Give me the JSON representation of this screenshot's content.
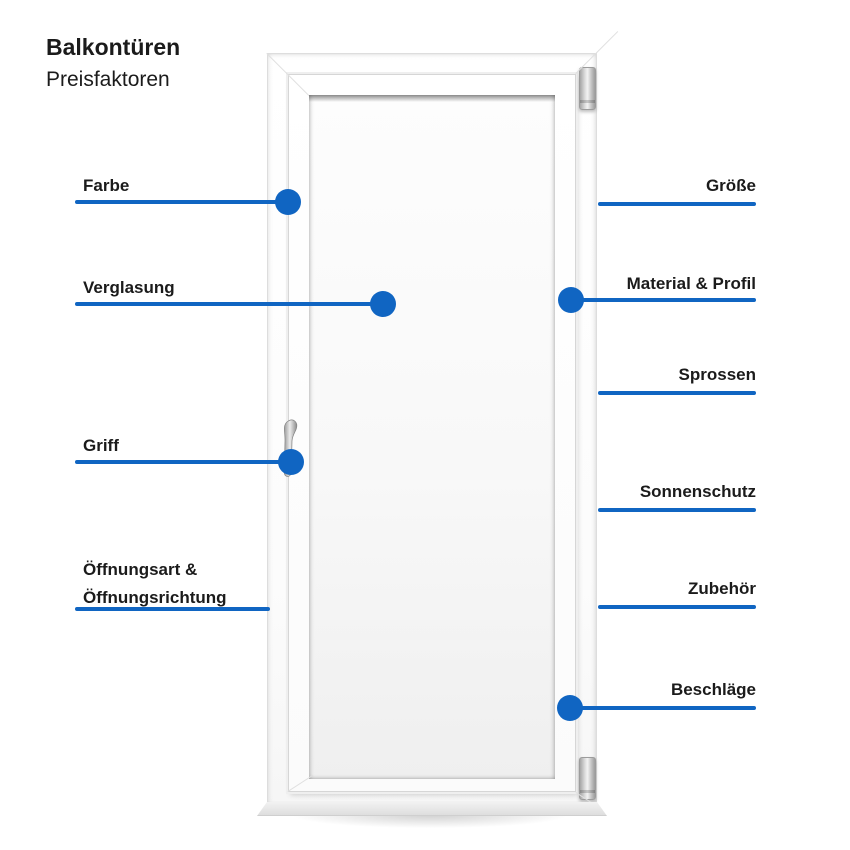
{
  "title": {
    "main": "Balkontüren",
    "subtitle": "Preisfaktoren"
  },
  "colors": {
    "accent_blue": "#1065C2",
    "text": "#1B1B1B"
  },
  "callouts": {
    "left": [
      {
        "text": "Farbe"
      },
      {
        "text": "Verglasung"
      },
      {
        "text": "Griff"
      },
      {
        "line1": "Öffnungsart &",
        "line2": "Öffnungsrichtung"
      }
    ],
    "right": [
      {
        "text": "Größe"
      },
      {
        "text": "Material & Profil"
      },
      {
        "text": "Sprossen"
      },
      {
        "text": "Sonnenschutz"
      },
      {
        "text": "Zubehör"
      },
      {
        "text": "Beschläge"
      }
    ]
  }
}
